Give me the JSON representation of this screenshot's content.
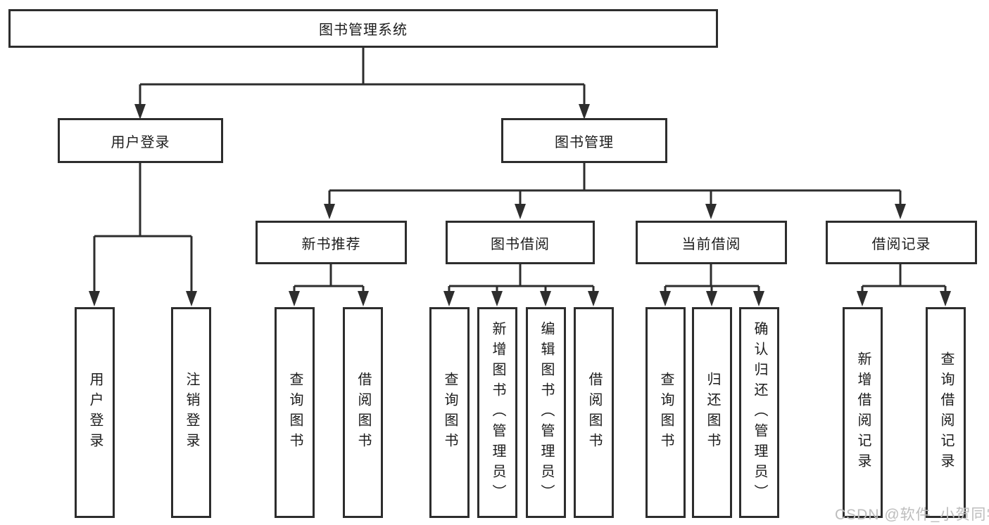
{
  "nodes": {
    "root": "图书管理系统",
    "user_login": "用户登录",
    "book_management": "图书管理",
    "new_book_recommend": "新书推荐",
    "book_borrow": "图书借阅",
    "current_borrow": "当前借阅",
    "borrow_records": "借阅记录"
  },
  "leaves": {
    "user_login": [
      "用户登录",
      "注销登录"
    ],
    "new_book_recommend": [
      "查询图书",
      "借阅图书"
    ],
    "book_borrow": [
      "查询图书",
      "新增图书（管理员）",
      "编辑图书（管理员）",
      "借阅图书"
    ],
    "current_borrow": [
      "查询图书",
      "归还图书",
      "确认归还（管理员）"
    ],
    "borrow_records": [
      "新增借阅记录",
      "查询借阅记录"
    ]
  },
  "watermark": "CSDN @软件_小贺同学",
  "colors": {
    "line": "#2d2d2d",
    "box_border": "#2d2d2d",
    "text": "#1c1c1c",
    "watermark": "#bdbdbd"
  }
}
